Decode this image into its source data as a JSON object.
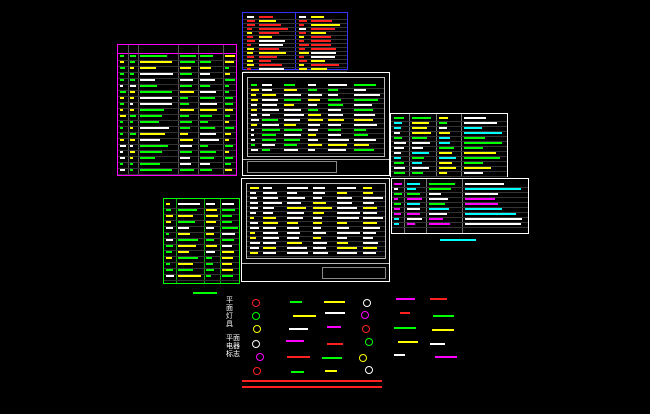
{
  "canvas": {
    "background": "#000000"
  },
  "colors": {
    "green": "#00ff00",
    "white": "#ffffff",
    "red": "#ff2020",
    "yellow": "#ffff00",
    "blue_border": "#3333ff",
    "magenta": "#ff00ff",
    "cyan": "#00ffff"
  },
  "legend_panel": {
    "row1": [
      "平",
      "面",
      "灯",
      "具"
    ],
    "row2": [
      "平",
      "面",
      "电",
      "器",
      "标",
      "志"
    ]
  },
  "sheets": [
    "legend-left-green",
    "legend-top-blue",
    "table-center-upper",
    "table-right",
    "table-center-lower",
    "table-left-bottom",
    "table-right-small"
  ]
}
